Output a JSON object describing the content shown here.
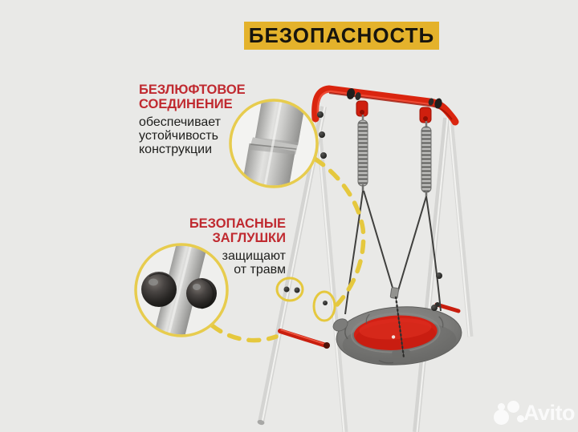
{
  "banner": {
    "label": "БЕЗОПАСНОСТЬ"
  },
  "callouts": [
    {
      "heading_lines": [
        "БЕЗЛЮФТОВОЕ",
        "СОЕДИНЕНИЕ"
      ],
      "body_lines": [
        "обеспечивает",
        "устойчивость",
        "конструкции"
      ]
    },
    {
      "heading_lines": [
        "БЕЗОПАСНЫЕ",
        "ЗАГЛУШКИ"
      ],
      "body_lines": [
        "защищают",
        "от травм"
      ]
    }
  ],
  "watermark": {
    "brand": "Avito"
  },
  "icons": {
    "watermark_icon": "avito-dots-logo",
    "callout_circle_1": "tube-joint-closeup",
    "callout_circle_2": "safety-cap-closeup"
  },
  "colors": {
    "background": "#e9e9e7",
    "banner_yellow": "#e4b22b",
    "heading_red": "#c02a30",
    "frame_red": "#da250f",
    "seat_red": "#d32014",
    "seat_rim_gray": "#7d7d7b",
    "annotation_yellow": "#e5c83e",
    "leg_gray": "#d4d4d2"
  }
}
